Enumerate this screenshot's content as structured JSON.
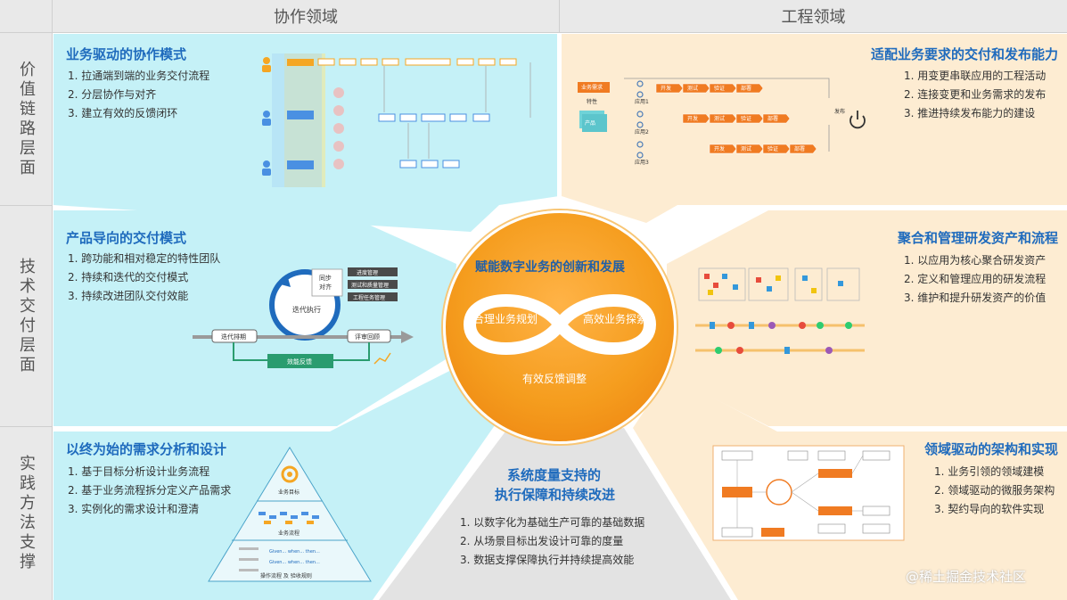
{
  "columns": {
    "left": "协作领域",
    "right": "工程领域"
  },
  "rows": {
    "row1": "价值链路层面",
    "row2": "技术交付层面",
    "row3": "实践方法支撑"
  },
  "panels": {
    "p1": {
      "title": "业务驱动的协作模式",
      "items": [
        "1. 拉通端到端的业务交付流程",
        "2. 分层协作与对齐",
        "3. 建立有效的反馈闭环"
      ]
    },
    "p2": {
      "title": "适配业务要求的交付和发布能力",
      "items": [
        "1. 用变更串联应用的工程活动",
        "2. 连接变更和业务需求的发布",
        "3. 推进持续发布能力的建设"
      ]
    },
    "p3": {
      "title": "产品导向的交付模式",
      "items": [
        "1. 跨功能和相对稳定的特性团队",
        "2. 持续和迭代的交付模式",
        "3. 持续改进团队交付效能"
      ]
    },
    "p4": {
      "title": "聚合和管理研发资产和流程",
      "items": [
        "1. 以应用为核心聚合研发资产",
        "2. 定义和管理应用的研发流程",
        "3. 维护和提升研发资产的价值"
      ]
    },
    "p5": {
      "title": "以终为始的需求分析和设计",
      "items": [
        "1. 基于目标分析设计业务流程",
        "2. 基于业务流程拆分定义产品需求",
        "3. 实例化的需求设计和澄清"
      ]
    },
    "p6": {
      "title": "领域驱动的架构和实现",
      "items": [
        "1. 业务引领的领域建模",
        "2. 领域驱动的微服务架构",
        "3. 契约导向的软件实现"
      ]
    },
    "p7": {
      "title_line1": "系统度量支持的",
      "title_line2": "执行保障和持续改进",
      "items": [
        "1. 以数字化为基础生产可靠的基础数据",
        "2. 从场景目标出发设计可靠的度量",
        "3. 数据支撑保障执行并持续提高效能"
      ]
    }
  },
  "center": {
    "title": "赋能数字业务的创新和发展",
    "left": "合理业务规划",
    "right": "高效业务探索",
    "bottom": "有效反馈调整"
  },
  "diagrams": {
    "iteration": {
      "sync": "同步",
      "align": "对齐",
      "exec": "迭代执行",
      "plan": "迭代排期",
      "review": "评审回顾",
      "feedback": "效能反馈",
      "stack": [
        "进度管理",
        "测试和质量管理",
        "工程任务管理"
      ]
    },
    "pyramid": {
      "goal": "业务目标",
      "process": "业务流程",
      "gwt1": "Given... when... then...",
      "gwt2": "Given... when... then...",
      "base": "操作流程 及 验收规则"
    },
    "release": {
      "biz": "业务需求",
      "feature": "特性",
      "product": "产品",
      "apps": [
        "应用1",
        "应用2",
        "应用3"
      ],
      "stages": [
        "开发",
        "测试",
        "验证",
        "部署"
      ],
      "publish": "发布"
    }
  },
  "watermark": "@稀土掘金技术社区",
  "colors": {
    "cyan": "#c5f1f7",
    "peach": "#fdecd2",
    "orange": "#f59d1e",
    "blue": "#1f6bbd",
    "grey": "#e9e9e9"
  }
}
